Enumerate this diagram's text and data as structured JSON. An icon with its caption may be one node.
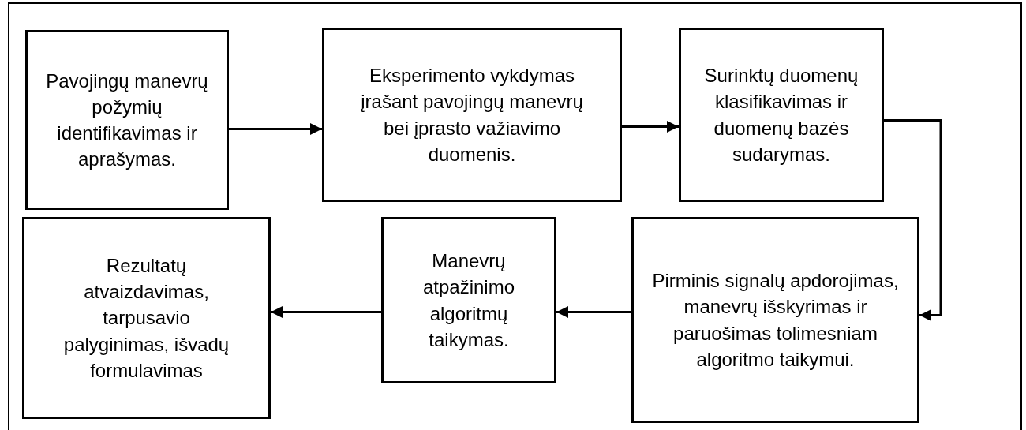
{
  "diagram": {
    "nodes": [
      {
        "text": [
          "Pavojingų manevrų požymių identifikavimas ir aprašymas."
        ]
      },
      {
        "text": [
          "Eksperimento vykdymas įrašant pavojingų manevrų bei įprasto važiavimo duomenis."
        ]
      },
      {
        "text": [
          "Surinktų duomenų klasifikavimas ir duomenų bazės sudarymas."
        ]
      },
      {
        "text": [
          "Pirminis signalų apdorojimas, manevrų išskyrimas ir paruošimas tolimesniam algoritmo taikymui."
        ]
      },
      {
        "text": [
          "Manevrų atpažinimo algoritmų taikymas."
        ]
      },
      {
        "text": [
          "Rezultatų atvaizdavimas, tarpusavio palyginimas, išvadų formulavimas"
        ]
      }
    ],
    "edges": [
      {
        "from": 0,
        "to": 1,
        "arrow": "to"
      },
      {
        "from": 1,
        "to": 2,
        "arrow": "to"
      },
      {
        "from": 2,
        "to": 3,
        "arrow": "to"
      },
      {
        "from": 3,
        "to": 4,
        "arrow": "to"
      },
      {
        "from": 4,
        "to": 5,
        "arrow": "to"
      }
    ]
  }
}
